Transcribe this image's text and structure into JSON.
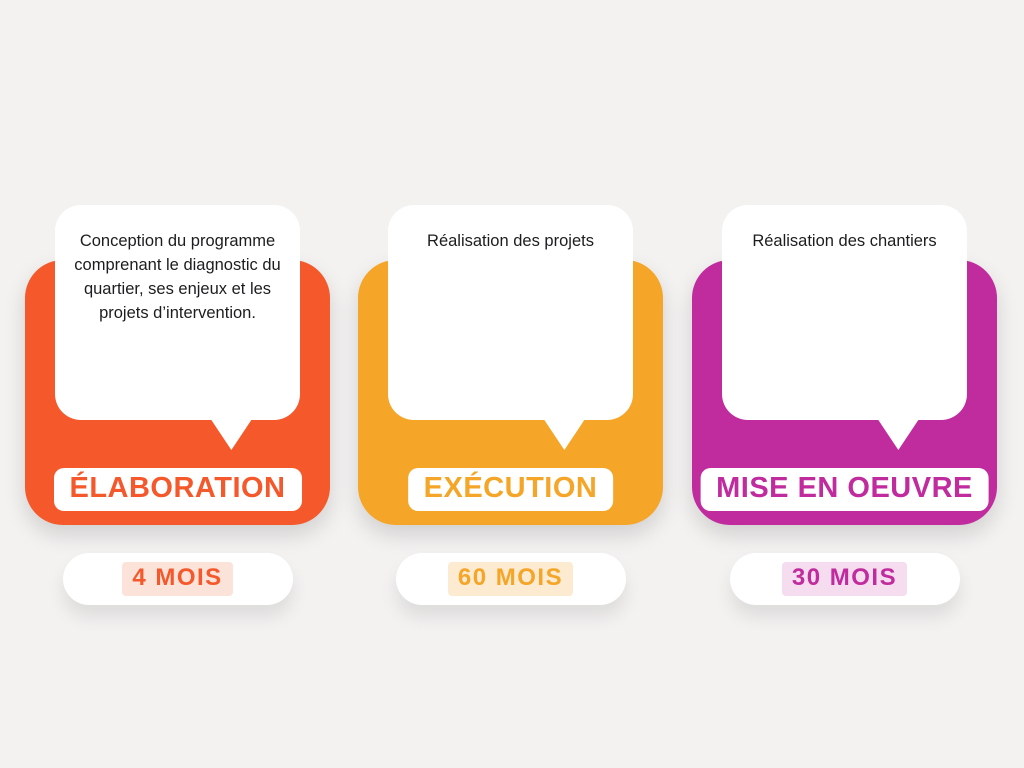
{
  "background": "#f3f2f1",
  "phases": [
    {
      "id": "elaboration",
      "title": "ÉLABORATION",
      "duration": "4 MOIS",
      "description": "Conception du programme comprenant le diagnostic du quartier, ses enjeux et les projets d’intervention.",
      "color": "#F4582B",
      "tint": "#FCE3D9"
    },
    {
      "id": "execution",
      "title": "EXÉCUTION",
      "duration": "60 MOIS",
      "description": "Réalisation des projets",
      "color": "#F5A528",
      "tint": "#FCEBD1"
    },
    {
      "id": "mise-en-oeuvre",
      "title": "MISE EN OEUVRE",
      "duration": "30 MOIS",
      "description": "Réalisation des chantiers",
      "color": "#C02B9E",
      "tint": "#F6DCEF"
    }
  ]
}
